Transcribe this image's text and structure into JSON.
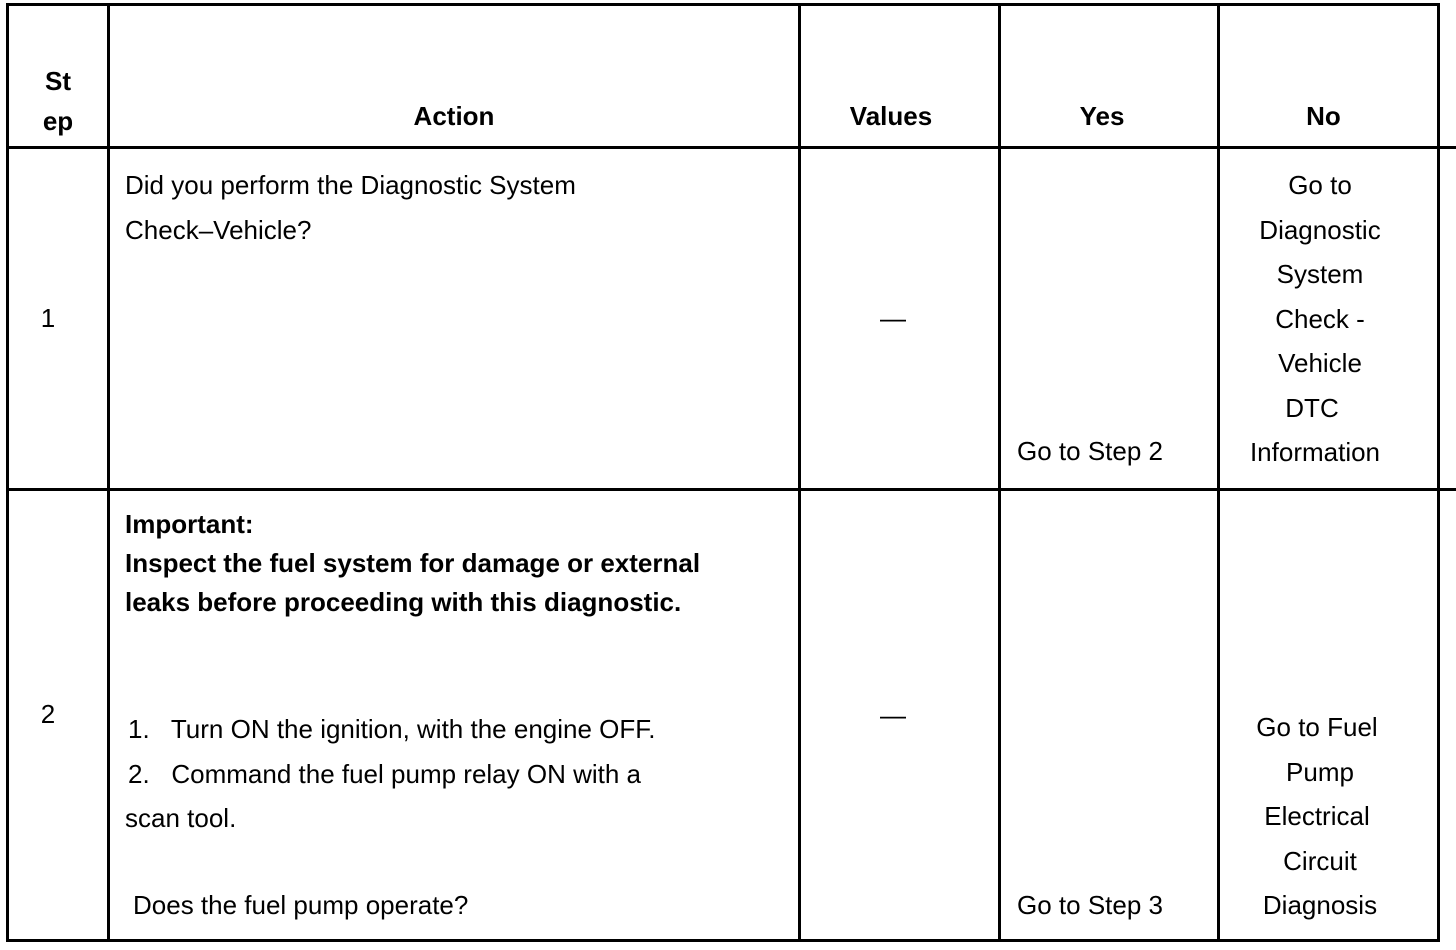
{
  "table": {
    "headers": {
      "step_line1": "St",
      "step_line2": "ep",
      "action": "Action",
      "values": "Values",
      "yes": "Yes",
      "no": "No"
    },
    "rows": [
      {
        "step": "1",
        "action": {
          "line1": "Did you perform the Diagnostic System",
          "line2": "Check–Vehicle?"
        },
        "value": "—",
        "yes": "Go to Step 2",
        "no": [
          "Go to",
          "Diagnostic",
          "System",
          "Check -",
          "Vehicle",
          "DTC",
          "Information"
        ]
      },
      {
        "step": "2",
        "action": {
          "important_label": "Important:",
          "important_line1": "Inspect the fuel system for damage or external",
          "important_line2": "leaks before proceeding with this diagnostic.",
          "item1": "1.   Turn ON the ignition, with the engine OFF.",
          "item2_line1": "2.   Command the fuel pump relay ON with a",
          "item2_line2": "scan tool.",
          "question": "Does the fuel pump operate?"
        },
        "value": "—",
        "yes": "Go to Step 3",
        "no": [
          "Go to Fuel",
          "Pump",
          "Electrical",
          "Circuit",
          "Diagnosis"
        ]
      }
    ]
  }
}
